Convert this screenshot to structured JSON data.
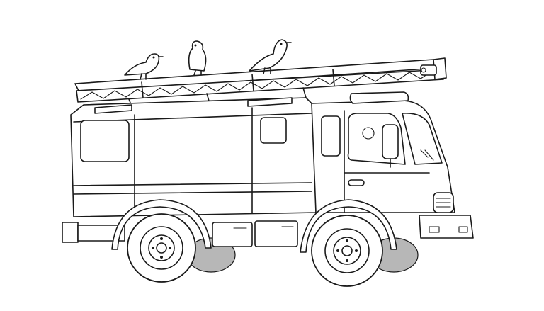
{
  "image": {
    "subject": "fire-truck",
    "style": "line-art-coloring-page",
    "background_color": "#ffffff",
    "line_color": "#1a1a1a",
    "shadow_color": "#b7b7b7",
    "birds_on_ladder": 3
  }
}
